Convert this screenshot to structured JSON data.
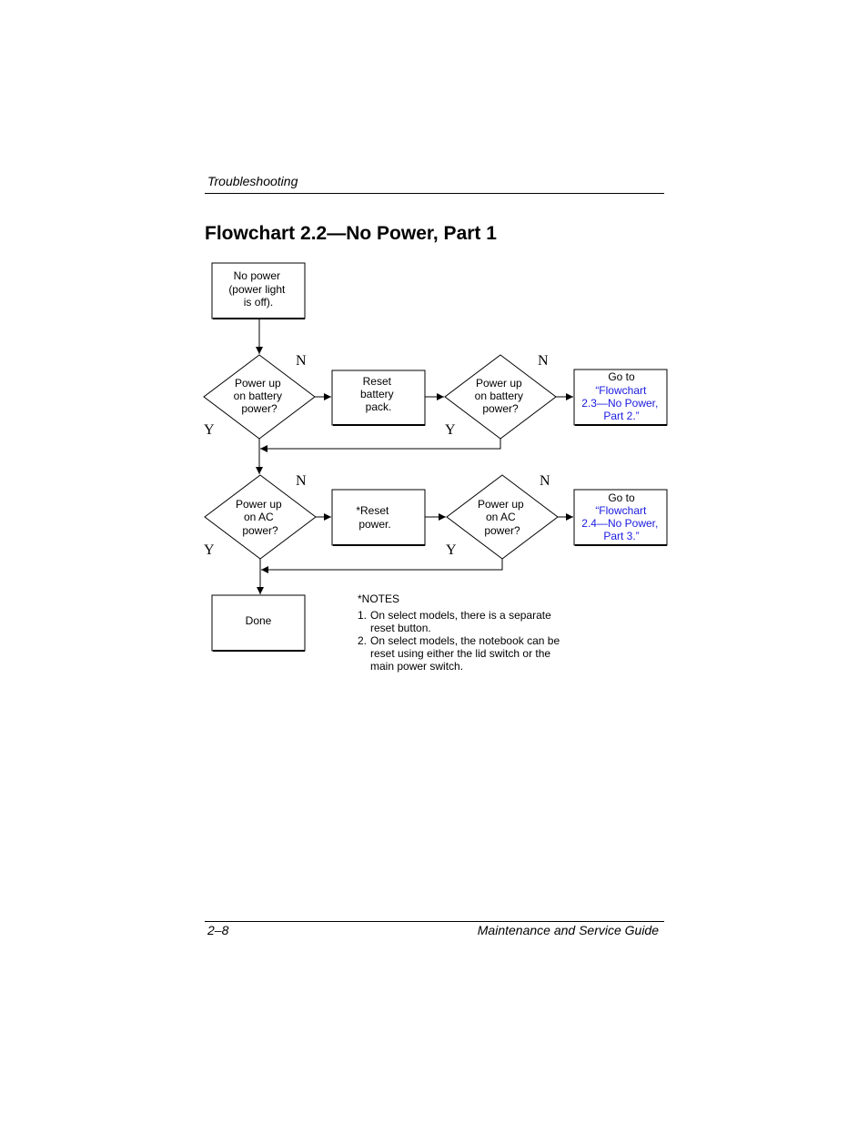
{
  "header": {
    "running_head": "Troubleshooting"
  },
  "title": "Flowchart 2.2—No Power, Part 1",
  "flow": {
    "start": [
      "No power",
      "(power light",
      "is off)."
    ],
    "d1": [
      "Power up",
      "on battery",
      "power?"
    ],
    "reset_battery": [
      "Reset",
      "battery",
      "pack."
    ],
    "d2": [
      "Power up",
      "on battery",
      "power?"
    ],
    "goto1": {
      "prefix": "Go to",
      "link": [
        "“Flowchart",
        "2.3—No Power,",
        "Part 2.”"
      ]
    },
    "d3": [
      "Power up",
      "on AC",
      "power?"
    ],
    "reset": [
      "*Reset",
      "power."
    ],
    "d4": [
      "Power up",
      "on AC",
      "power?"
    ],
    "goto2": {
      "prefix": "Go to",
      "link": [
        "“Flowchart",
        "2.4—No Power,",
        "Part 3.”"
      ]
    },
    "done": "Done",
    "yes": "Y",
    "no": "N",
    "link_color": "#1a1ae0"
  },
  "notes": {
    "heading": "*NOTES",
    "items": [
      {
        "num": "1.",
        "text": "On select models, there is a separate reset button."
      },
      {
        "num": "2.",
        "text": "On select models, the notebook can be reset using either the lid switch or the main power switch."
      }
    ]
  },
  "footer": {
    "page": "2–8",
    "guide": "Maintenance and Service Guide"
  }
}
